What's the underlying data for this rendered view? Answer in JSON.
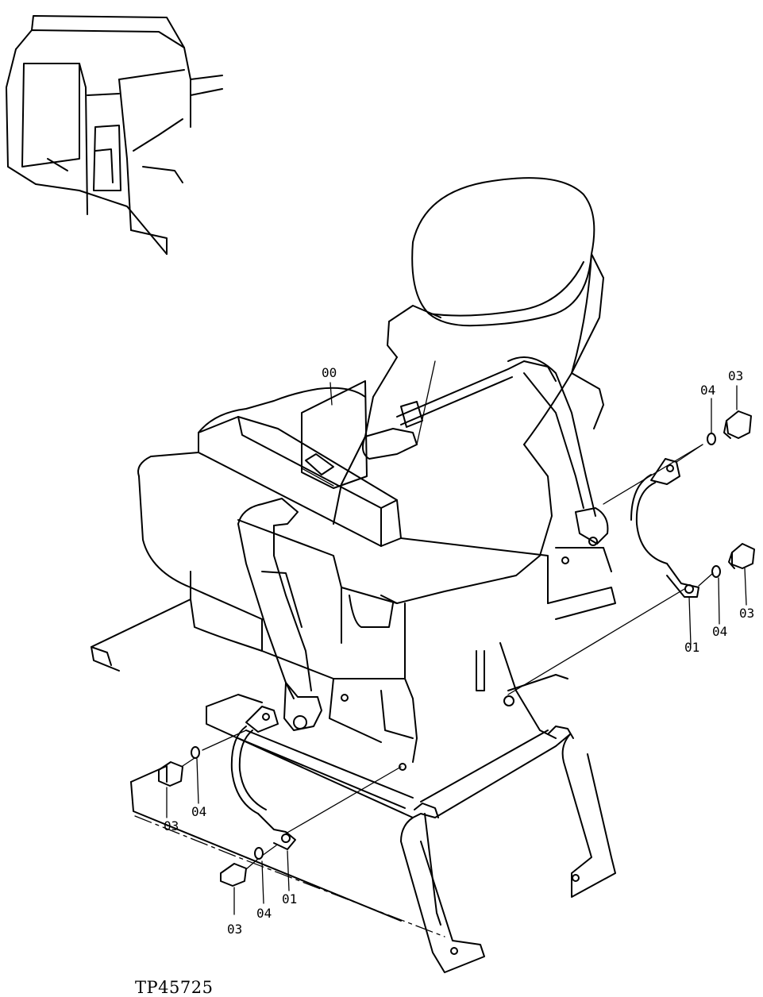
{
  "drawing_id": "TP45725",
  "callouts": {
    "seat_assembly": "00",
    "strap_upper": "01",
    "strap_lower": "01",
    "bolt_upper_a": "03",
    "bolt_upper_b": "03",
    "bolt_lower_a": "03",
    "bolt_lower_b": "03",
    "washer_upper_a": "04",
    "washer_upper_b": "04",
    "washer_lower_a": "04",
    "washer_lower_b": "04"
  }
}
